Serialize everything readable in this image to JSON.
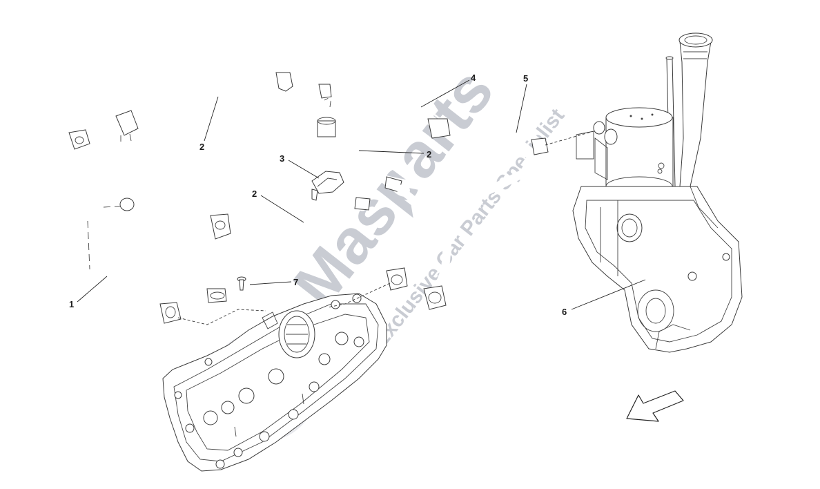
{
  "callouts": {
    "c1": "1",
    "c2a": "2",
    "c2b": "2",
    "c2c": "2",
    "c3": "3",
    "c4": "4",
    "c5": "5",
    "c6": "6",
    "c7": "7"
  },
  "watermark": {
    "brand": "Masparts",
    "tagline": "Exclusive Car Parts Specialist"
  },
  "colors": {
    "line": "#3a3a3a",
    "watermark_gray": "#c9ccd3",
    "watermark_red": "#e8a0a0"
  },
  "icons": {
    "direction": "arrow-down-left-icon"
  }
}
